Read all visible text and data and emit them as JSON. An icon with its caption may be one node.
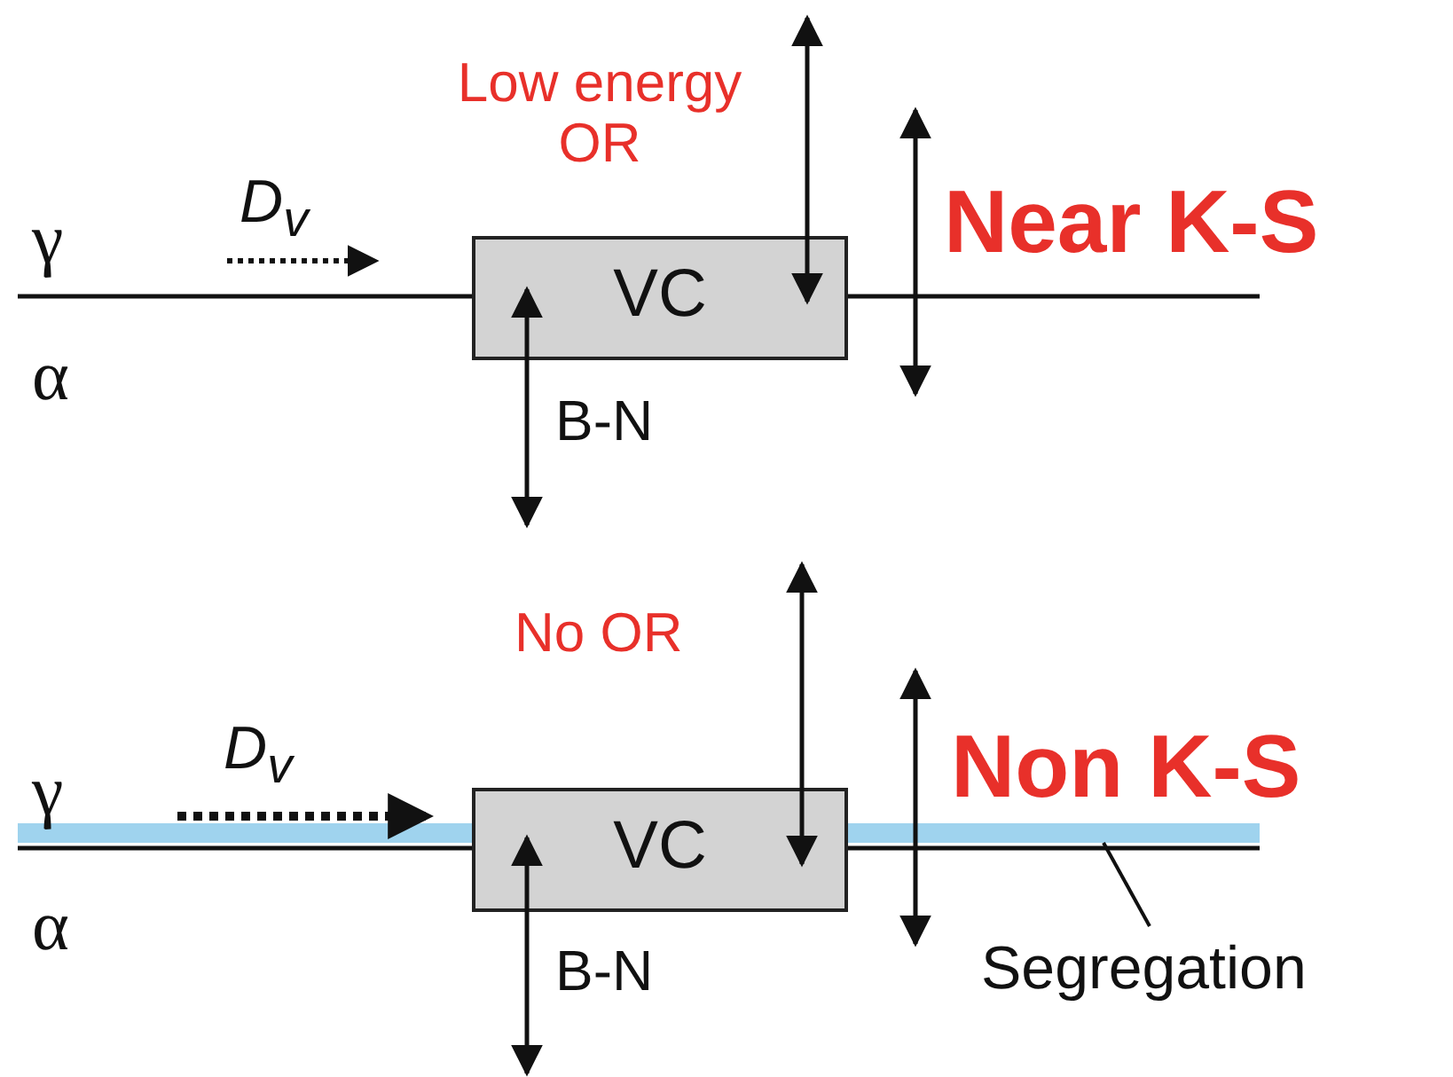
{
  "diagram": {
    "nodes": [
      {
        "text": [
          "VC"
        ]
      },
      {
        "text": [
          "VC"
        ]
      },
      {
        "text": [
          "Segregation"
        ]
      },
      {
        "text": [],
        "shape": "bar"
      },
      {
        "text": [],
        "shape": "bar"
      }
    ],
    "edges": [
      {
        "from": 2,
        "to": 4,
        "arrow": "none"
      }
    ],
    "labels": [
      "Low energy OR",
      "γ",
      "D$_{v}$",
      "Near K-S",
      "α",
      "B-N",
      "No OR",
      "γ",
      "D$_{v}$",
      "Non K-S",
      "α",
      "B-N"
    ]
  }
}
